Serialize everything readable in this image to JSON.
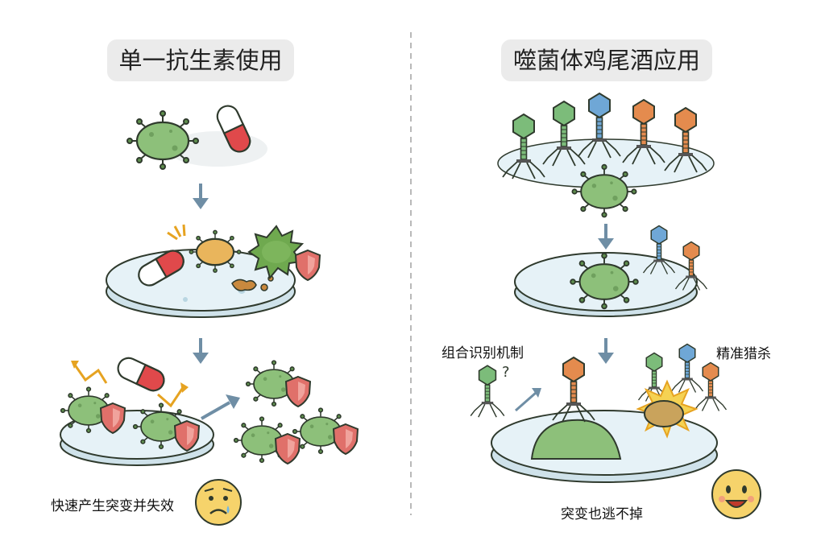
{
  "left_panel": {
    "title": "单一抗生素使用",
    "caption": "快速产生突变并失效"
  },
  "right_panel": {
    "title": "噬菌体鸡尾酒应用",
    "label_recognition": "组合识别机制",
    "label_kill": "精准猎杀",
    "caption": "突变也逃不掉"
  },
  "colors": {
    "bacteria_green": "#8dc07a",
    "capsule_red": "#e0494b",
    "shield_red": "#e0706a",
    "phage_green": "#7cbc7a",
    "phage_blue": "#6fa7d6",
    "phage_orange": "#e48b4e",
    "arrow": "#6f8ea5",
    "dish": "#dcebf2"
  },
  "icons": [
    "pill-capsule-icon",
    "bacterium-icon",
    "mutant-bacterium-icon",
    "shield-icon",
    "phage-icon",
    "arrow-icon",
    "sad-face-icon",
    "happy-face-icon",
    "explosion-icon",
    "question-mark-icon"
  ]
}
